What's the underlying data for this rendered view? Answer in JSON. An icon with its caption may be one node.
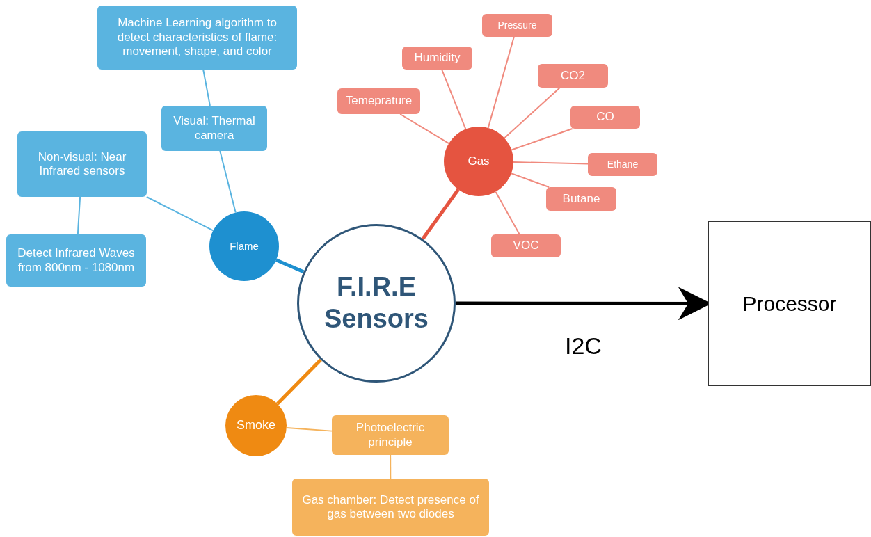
{
  "diagram": {
    "nodes": [
      {
        "text": [
          "F.I.R.E Sensors"
        ]
      },
      {
        "text": [
          "Processor"
        ]
      },
      {
        "text": [
          "Flame"
        ]
      },
      {
        "text": [
          "Visual: Thermal camera"
        ]
      },
      {
        "text": [
          "Machine Learning algorithm to detect characteristics of flame: movement, shape, and color"
        ]
      },
      {
        "text": [
          "Non-visual: Near Infrared sensors"
        ]
      },
      {
        "text": [
          "Detect Infrared Waves from 800nm - 1080nm"
        ]
      },
      {
        "text": [
          "Gas"
        ]
      },
      {
        "text": [
          "Temeprature"
        ]
      },
      {
        "text": [
          "Humidity"
        ]
      },
      {
        "text": [
          "Pressure"
        ]
      },
      {
        "text": [
          "CO2"
        ]
      },
      {
        "text": [
          "CO"
        ]
      },
      {
        "text": [
          "Ethane"
        ]
      },
      {
        "text": [
          "Butane"
        ]
      },
      {
        "text": [
          "VOC"
        ]
      },
      {
        "text": [
          "Smoke"
        ]
      },
      {
        "text": [
          "Photoelectric principle"
        ]
      },
      {
        "text": [
          "Gas chamber: Detect presence of gas between two diodes"
        ]
      }
    ],
    "edges": [
      {
        "from": 0,
        "to": 1,
        "arrow": "to",
        "label": "I2C",
        "style": "thick",
        "color": "#000000"
      },
      {
        "from": 0,
        "to": 2,
        "arrow": "none",
        "style": "thick",
        "color": "#1e90d0"
      },
      {
        "from": 2,
        "to": 3,
        "arrow": "none",
        "color": "#5ab4e0"
      },
      {
        "from": 3,
        "to": 4,
        "arrow": "none",
        "color": "#5ab4e0"
      },
      {
        "from": 2,
        "to": 5,
        "arrow": "none",
        "color": "#5ab4e0"
      },
      {
        "from": 5,
        "to": 6,
        "arrow": "none",
        "color": "#5ab4e0"
      },
      {
        "from": 0,
        "to": 7,
        "arrow": "none",
        "style": "thick",
        "color": "#e55440"
      },
      {
        "from": 7,
        "to": 8,
        "arrow": "none"
      },
      {
        "from": 7,
        "to": 9,
        "arrow": "none"
      },
      {
        "from": 7,
        "to": 10,
        "arrow": "none"
      },
      {
        "from": 7,
        "to": 11,
        "arrow": "none"
      },
      {
        "from": 7,
        "to": 12,
        "arrow": "none"
      },
      {
        "from": 7,
        "to": 13,
        "arrow": "none"
      },
      {
        "from": 7,
        "to": 14,
        "arrow": "none"
      },
      {
        "from": 7,
        "to": 15,
        "arrow": "none"
      },
      {
        "from": 0,
        "to": 16,
        "arrow": "none",
        "style": "thick",
        "color": "#ef8a12"
      },
      {
        "from": 16,
        "to": 17,
        "arrow": "none",
        "color": "#f5b35c"
      },
      {
        "from": 17,
        "to": 18,
        "arrow": "none",
        "color": "#f5b35c"
      }
    ]
  }
}
